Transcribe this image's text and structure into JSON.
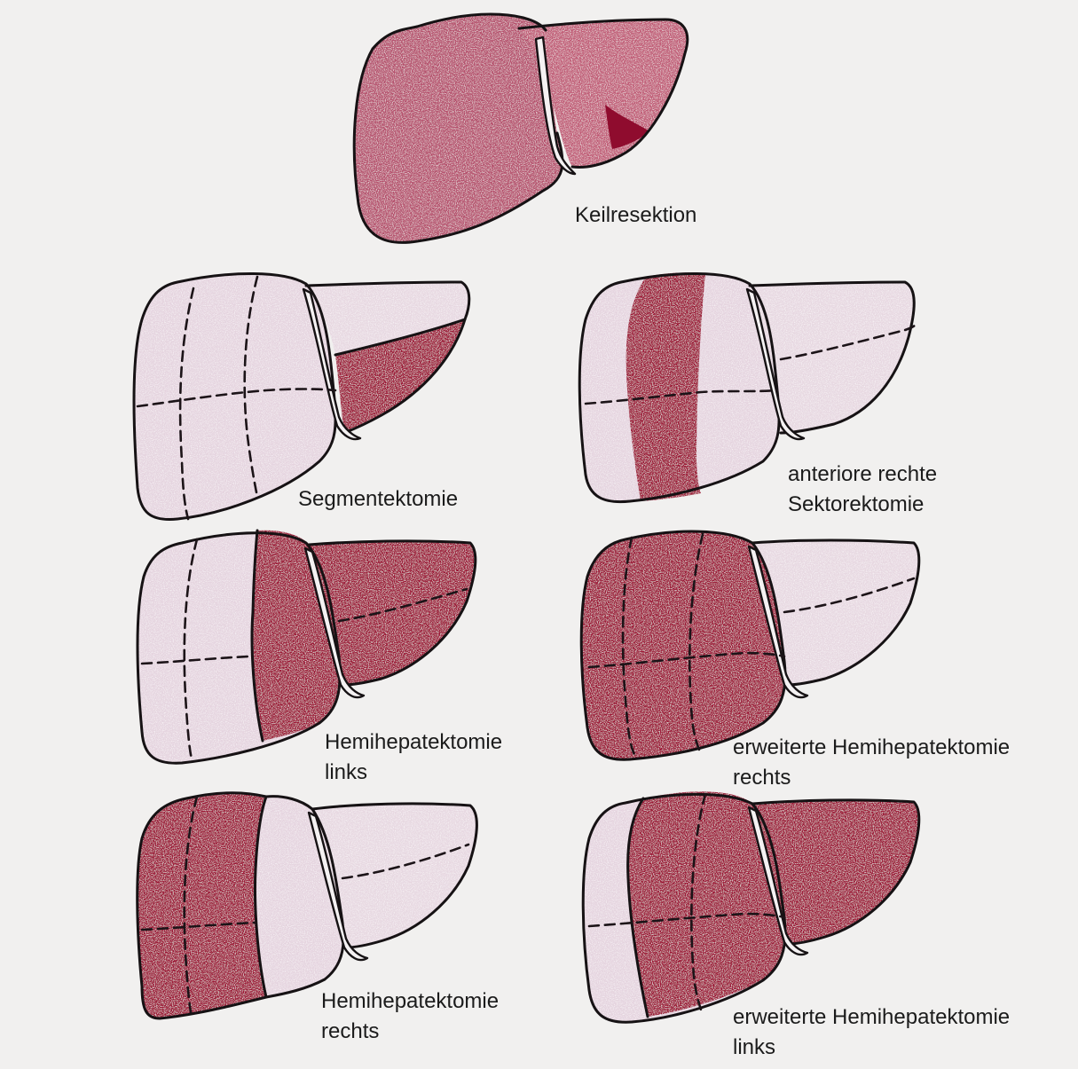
{
  "colors": {
    "background": "#f1f0ef",
    "resected": "#9c1236",
    "remaining": "#e6d6df",
    "wedge_liver": "#b5506c",
    "outline": "#161214"
  },
  "figures": [
    {
      "id": "keilresektion",
      "lines": [
        "Keilresektion"
      ]
    },
    {
      "id": "segmentektomie",
      "lines": [
        "Segmentektomie"
      ]
    },
    {
      "id": "sektorektomie",
      "lines": [
        "anteriore rechte",
        "Sektorektomie"
      ]
    },
    {
      "id": "hemi-links",
      "lines": [
        "Hemihepatektomie",
        "links"
      ]
    },
    {
      "id": "ext-hemi-rechts",
      "lines": [
        "erweiterte Hemihepatektomie",
        "rechts"
      ]
    },
    {
      "id": "hemi-rechts",
      "lines": [
        "Hemihepatektomie",
        "rechts"
      ]
    },
    {
      "id": "ext-hemi-links",
      "lines": [
        "erweiterte Hemihepatektomie",
        "links"
      ]
    }
  ]
}
